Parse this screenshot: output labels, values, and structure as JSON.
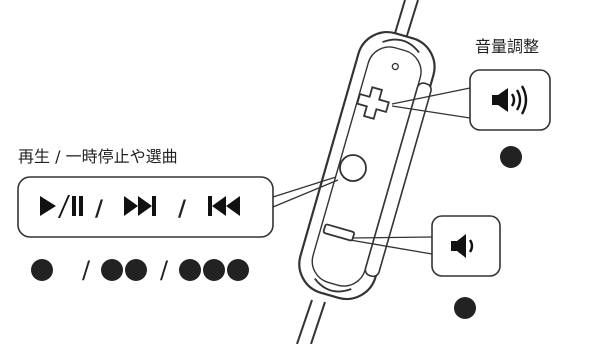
{
  "labels": {
    "volume_title": "音量調整",
    "playback_title": "再生 / 一時停止や選曲"
  },
  "playback": {
    "separator_1": "/",
    "separator_2": "/",
    "press_separator_1": "/",
    "press_separator_2": "/"
  },
  "icons": {
    "play_pause": "play-pause-icon",
    "next": "next-track-icon",
    "previous": "previous-track-icon",
    "volume_up": "speaker-loud-icon",
    "volume_down": "speaker-quiet-icon"
  },
  "press_counts": {
    "play_pause": 1,
    "next": 2,
    "previous": 3,
    "volume_up": 1,
    "volume_down": 1
  },
  "colors": {
    "ink": "#222222",
    "stroke": "#333333",
    "background": "#ffffff"
  }
}
